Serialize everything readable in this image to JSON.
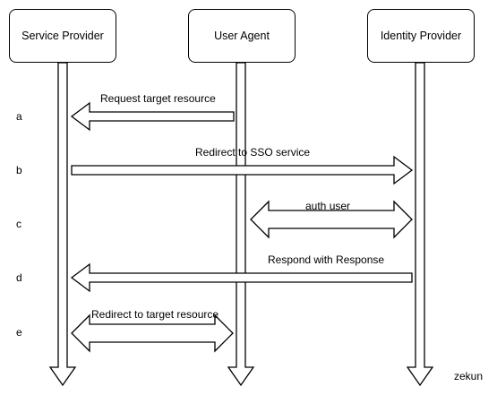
{
  "actors": {
    "service_provider": "Service Provider",
    "user_agent": "User Agent",
    "identity_provider": "Identity Provider"
  },
  "steps": [
    "a",
    "b",
    "c",
    "d",
    "e"
  ],
  "messages": {
    "a": "Request target resource",
    "b": "Redirect to SSO service",
    "c": "auth user",
    "d": "Respond with Response",
    "e": "Redirect to target resource"
  },
  "signature": "zekun"
}
